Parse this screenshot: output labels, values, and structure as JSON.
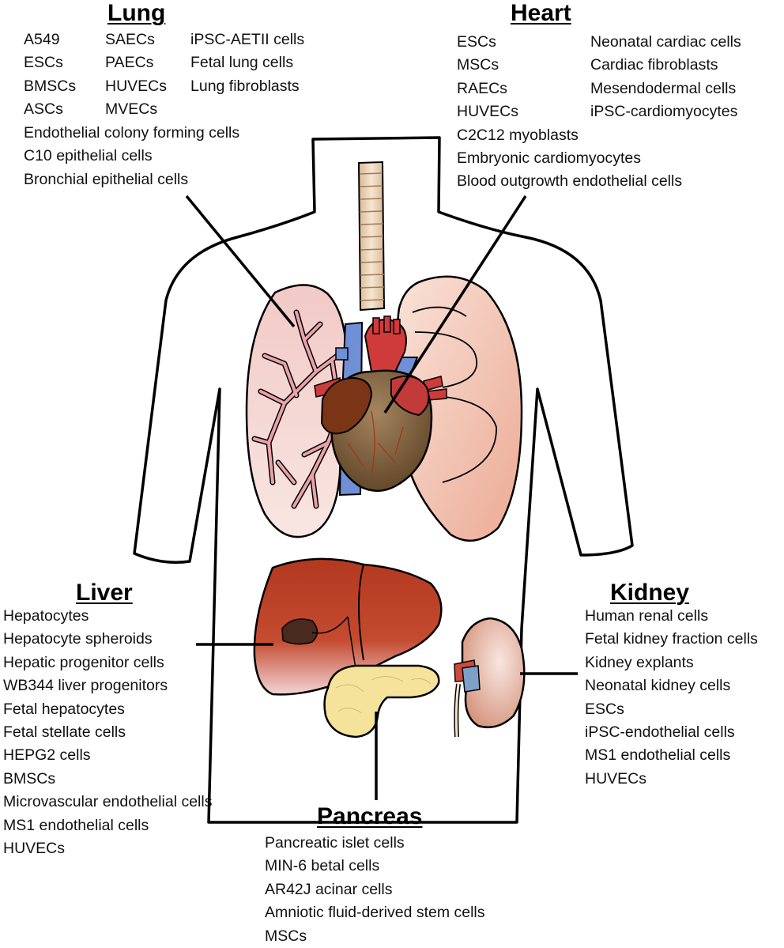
{
  "organs": {
    "lung": {
      "title": "Lung",
      "col1": [
        "A549",
        "ESCs",
        "BMSCs",
        "ASCs"
      ],
      "col2": [
        "SAECs",
        "PAECs",
        "HUVECs",
        "MVECs"
      ],
      "col3": [
        "iPSC-AETII cells",
        "Fetal lung cells",
        "Lung fibroblasts"
      ],
      "wide": [
        "Endothelial colony forming cells",
        "C10 epithelial cells",
        "Bronchial epithelial cells"
      ]
    },
    "heart": {
      "title": "Heart",
      "col1": [
        "ESCs",
        "MSCs",
        "RAECs",
        "HUVECs",
        "C2C12 myoblasts",
        "Embryonic cardiomyocytes",
        "Blood outgrowth endothelial cells"
      ],
      "col2": [
        "Neonatal cardiac cells",
        "Cardiac fibroblasts",
        "Mesendodermal cells",
        "iPSC-cardiomyocytes"
      ]
    },
    "liver": {
      "title": "Liver",
      "items": [
        "Hepatocytes",
        "Hepatocyte spheroids",
        "Hepatic progenitor cells",
        "WB344 liver progenitors",
        "Fetal hepatocytes",
        "Fetal stellate cells",
        "HEPG2 cells",
        "BMSCs",
        "Microvascular endothelial cells",
        "MS1 endothelial cells",
        "HUVECs"
      ]
    },
    "kidney": {
      "title": "Kidney",
      "items": [
        "Human renal cells",
        "Fetal kidney fraction cells",
        "Kidney explants",
        "Neonatal kidney cells",
        "ESCs",
        "iPSC-endothelial cells",
        "MS1 endothelial cells",
        "HUVECs"
      ]
    },
    "pancreas": {
      "title": "Pancreas",
      "items": [
        "Pancreatic islet cells",
        "MIN-6 betal cells",
        "AR42J acinar cells",
        "Amniotic fluid-derived stem cells",
        "MSCs"
      ]
    }
  },
  "colors": {
    "outline": "#000000",
    "lung_left": "#f6dcd8",
    "lung_right": "#f3c6b4",
    "bronchi": "#e9a2aa",
    "trachea": "#ead1b2",
    "heart": "#8a6b48",
    "aorta": "#cf3b3b",
    "vena_cava": "#6f8fd6",
    "liver": "#b73c22",
    "pancreas": "#f5e39c",
    "kidney": "#d89a7e"
  }
}
